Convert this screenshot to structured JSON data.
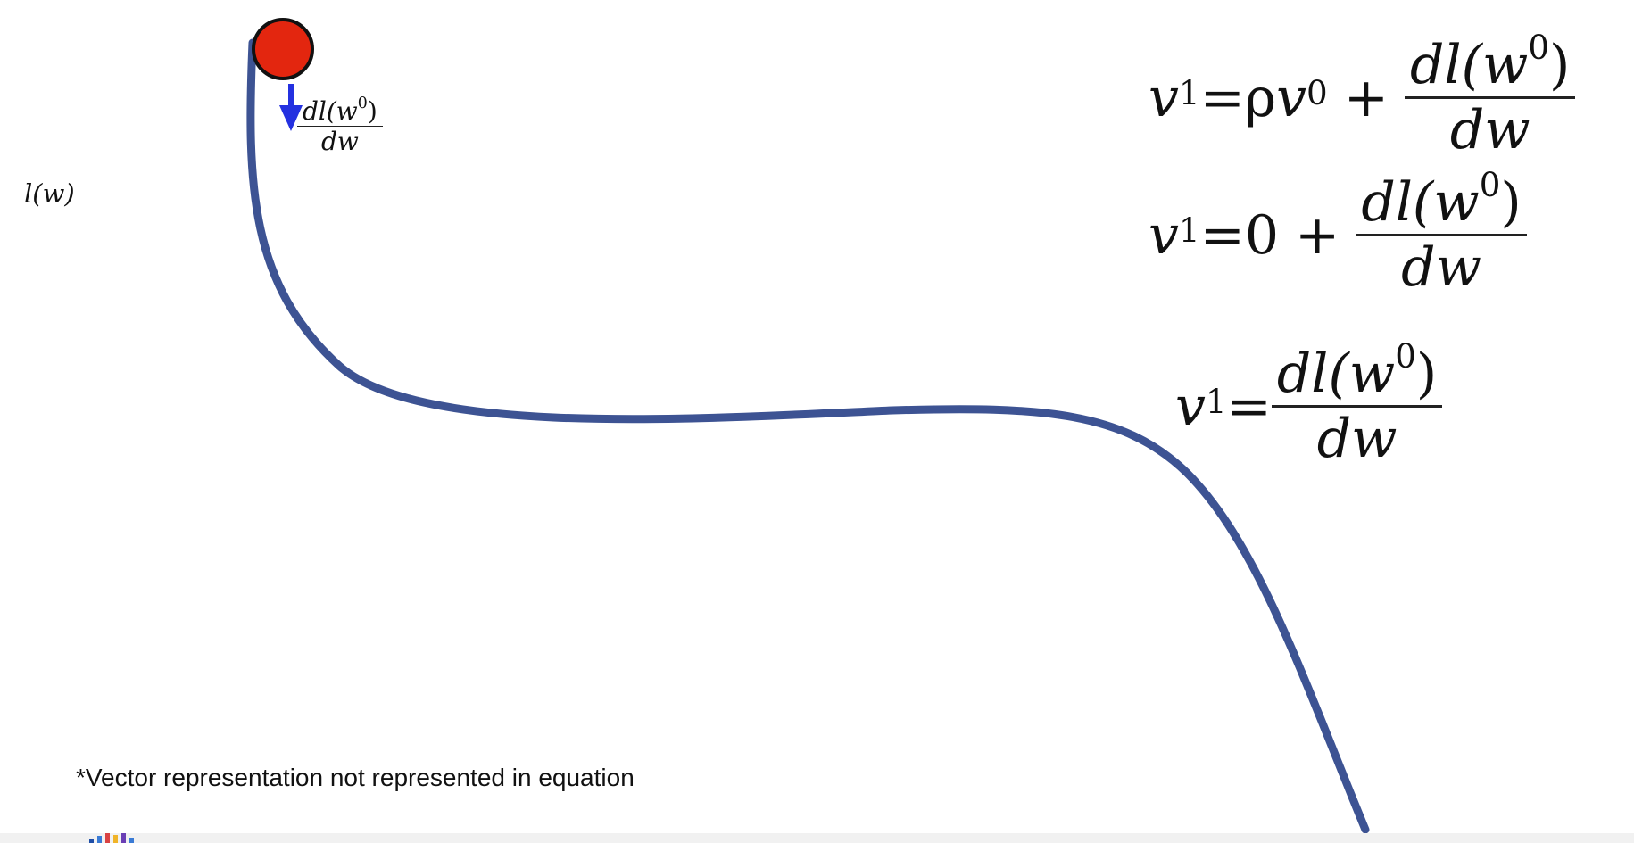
{
  "diagram": {
    "loss_label": "l(w)",
    "gradient_label": {
      "numerator": "dl(w",
      "sup": "0",
      "close": ")",
      "denominator": "dw"
    },
    "equations": [
      {
        "lhs": "v",
        "lhs_sup": "1",
        "eq": "=",
        "rho": "ρ",
        "v": "v",
        "v_sup": "0",
        "plus": "+",
        "numerator": "dl(w",
        "num_sup": "0",
        "num_close": ")",
        "denominator": "dw"
      },
      {
        "lhs": "v",
        "lhs_sup": "1",
        "eq": "=",
        "zero": "0",
        "plus": "+",
        "numerator": "dl(w",
        "num_sup": "0",
        "num_close": ")",
        "denominator": "dw"
      },
      {
        "lhs": "v",
        "lhs_sup": "1",
        "eq": "=",
        "numerator": "dl(w",
        "num_sup": "0",
        "num_close": ")",
        "denominator": "dw"
      }
    ],
    "footnote": "*Vector representation not represented in equation"
  },
  "colors": {
    "curve": "#3d5393",
    "ball_fill": "#e3260f",
    "ball_stroke": "#111111",
    "arrow": "#2431e0",
    "text": "#111111"
  }
}
